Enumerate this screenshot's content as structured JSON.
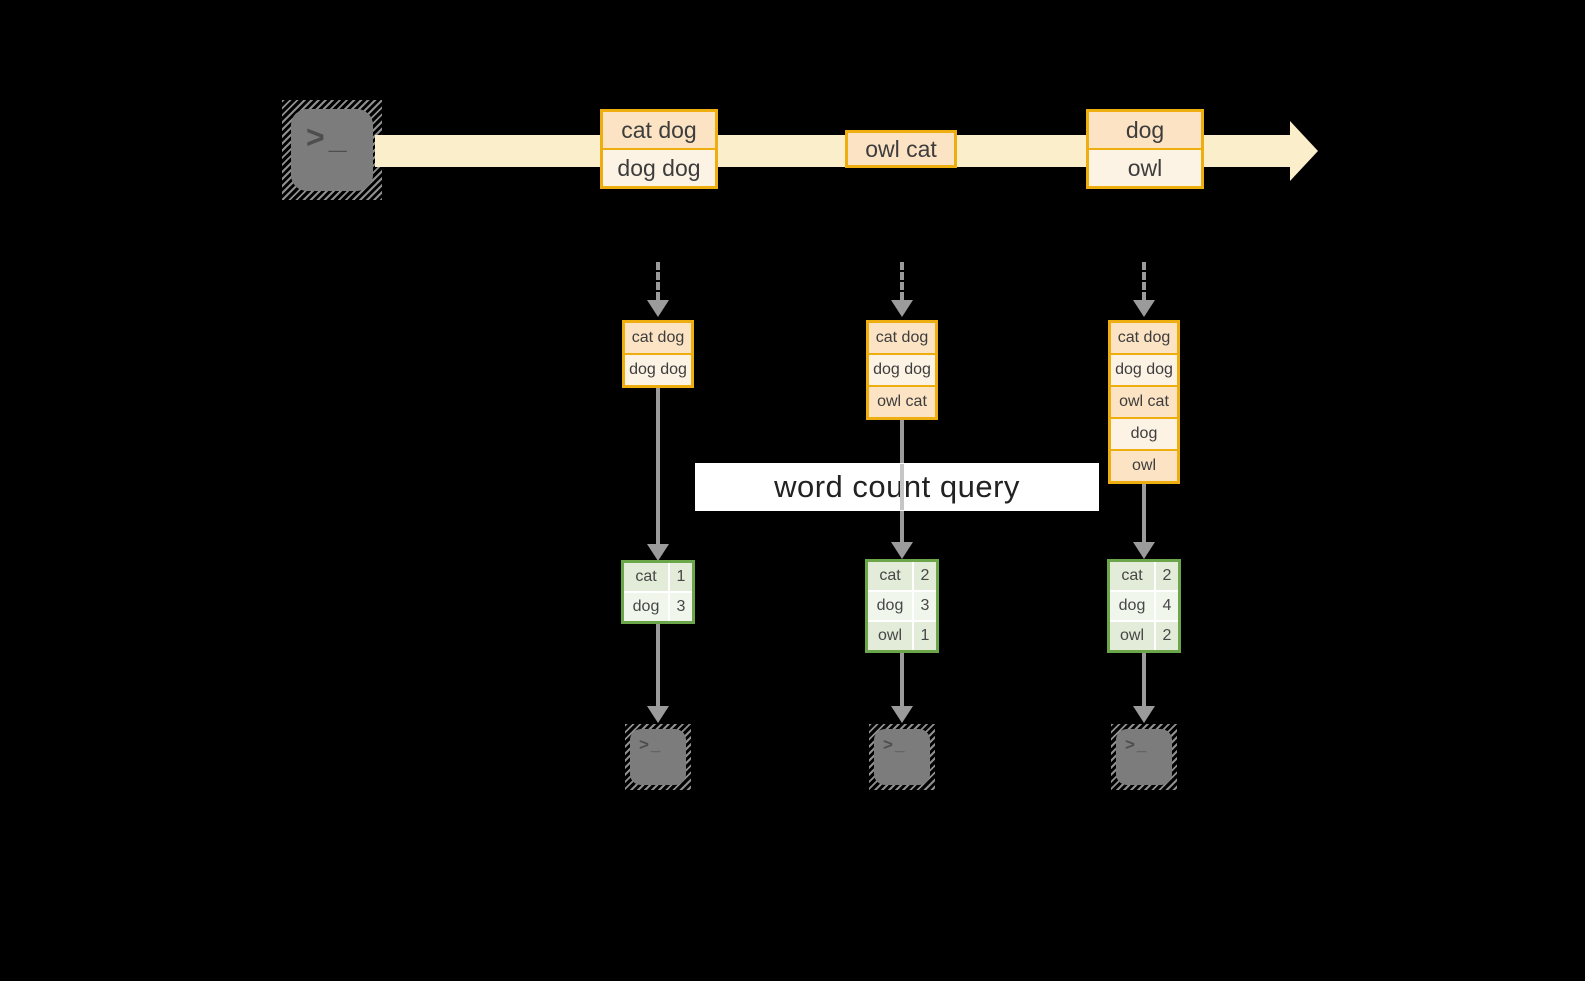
{
  "source": {
    "glyph": ">_"
  },
  "banner": {
    "label": "word count query"
  },
  "stream_boxes": [
    {
      "rows": [
        "cat dog",
        "dog dog"
      ]
    },
    {
      "rows": [
        "owl cat"
      ]
    },
    {
      "rows": [
        "dog",
        "owl"
      ]
    }
  ],
  "buffers": [
    {
      "rows": [
        "cat dog",
        "dog dog"
      ]
    },
    {
      "rows": [
        "cat dog",
        "dog dog",
        "owl cat"
      ]
    },
    {
      "rows": [
        "cat dog",
        "dog dog",
        "owl cat",
        "dog",
        "owl"
      ]
    }
  ],
  "counts": [
    {
      "rows": [
        {
          "word": "cat",
          "count": "1"
        },
        {
          "word": "dog",
          "count": "3"
        }
      ]
    },
    {
      "rows": [
        {
          "word": "cat",
          "count": "2"
        },
        {
          "word": "dog",
          "count": "3"
        },
        {
          "word": "owl",
          "count": "1"
        }
      ]
    },
    {
      "rows": [
        {
          "word": "cat",
          "count": "2"
        },
        {
          "word": "dog",
          "count": "4"
        },
        {
          "word": "owl",
          "count": "2"
        }
      ]
    }
  ],
  "sinks": [
    {
      "glyph": ">_"
    },
    {
      "glyph": ">_"
    },
    {
      "glyph": ">_"
    }
  ],
  "colors": {
    "background": "#000000",
    "stream_fill": "#faeecb",
    "record_border": "#efae10",
    "record_fill_dark": "#fbe3c3",
    "record_fill_light": "#fdf3e4",
    "table_border": "#6ca64a",
    "table_fill_dark": "#e2ecd8",
    "table_fill_light": "#f1f6ec",
    "arrow_gray": "#9b9b9b",
    "terminal_gray": "#7c7c7c",
    "banner_bg": "#ffffff"
  }
}
